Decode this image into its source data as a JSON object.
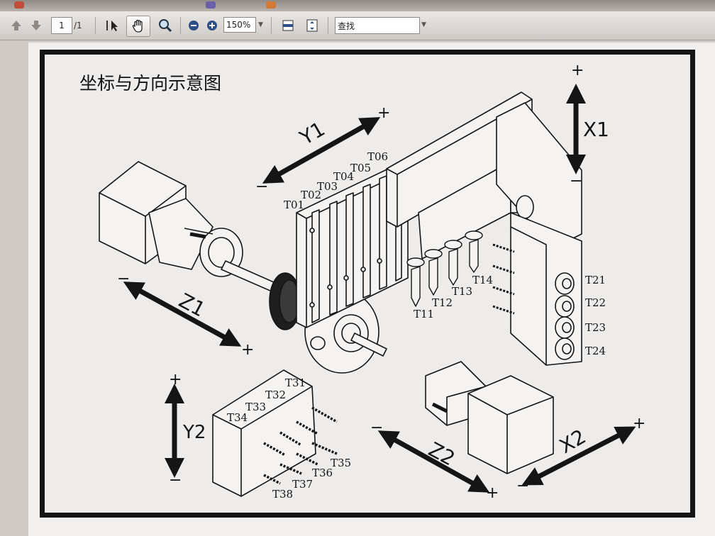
{
  "toolbar": {
    "page_current": "1",
    "page_total": "/1",
    "zoom": "150%",
    "search_placeholder": "查找",
    "icons": [
      "up-arrow-icon",
      "down-arrow-icon",
      "select-cursor-icon",
      "hand-icon",
      "zoom-icon",
      "zoom-out-icon",
      "zoom-in-icon",
      "fit-width-icon",
      "fit-page-icon"
    ]
  },
  "diagram": {
    "title": "坐标与方向示意图",
    "axes": {
      "x1": {
        "label": "X1",
        "plus": "+",
        "minus": "−"
      },
      "y1": {
        "label": "Y1",
        "plus": "+",
        "minus": "−"
      },
      "z1": {
        "label": "Z1",
        "plus": "+",
        "minus": "−"
      },
      "y2": {
        "label": "Y2",
        "plus": "+",
        "minus": "−"
      },
      "z2": {
        "label": "Z2",
        "plus": "+",
        "minus": "−"
      },
      "x2": {
        "label": "X2",
        "plus": "+",
        "minus": "−"
      }
    },
    "tools": {
      "t01": "T01",
      "t02": "T02",
      "t03": "T03",
      "t04": "T04",
      "t05": "T05",
      "t06": "T06",
      "t11": "T11",
      "t12": "T12",
      "t13": "T13",
      "t14": "T14",
      "t21": "T21",
      "t22": "T22",
      "t23": "T23",
      "t24": "T24",
      "t31": "T31",
      "t32": "T32",
      "t33": "T33",
      "t34": "T34",
      "t35": "T35",
      "t36": "T36",
      "t37": "T37",
      "t38": "T38"
    }
  },
  "colors": {
    "ink": "#151515",
    "toolbar": "#dcd8d4",
    "paper": "#eeecea"
  }
}
